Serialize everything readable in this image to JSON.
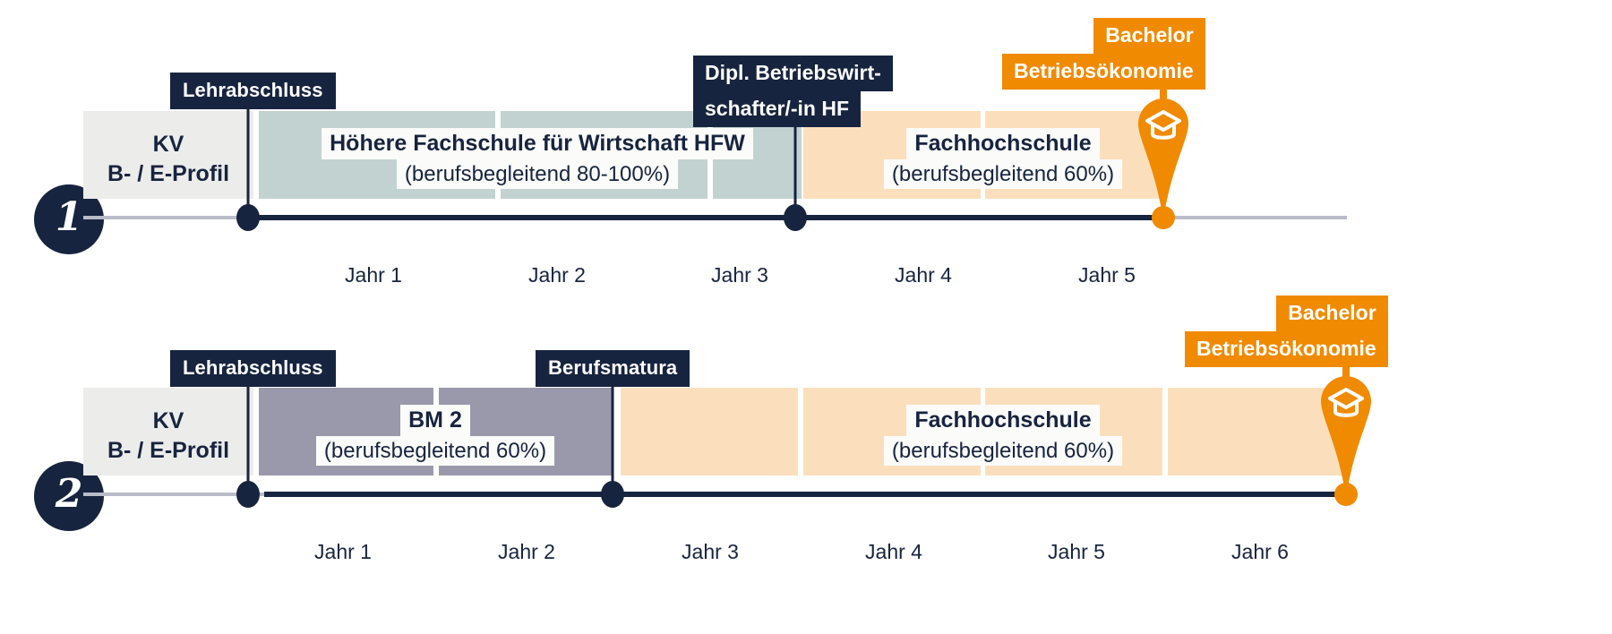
{
  "meta": {
    "colors": {
      "navy": "#17243f",
      "orange": "#f08a00",
      "grey_block": "#ececeb",
      "teal_block": "#c2d2d1",
      "purple_block": "#9a99ab",
      "peach_block": "#fbdfbd",
      "axis_grey": "#b9bcc9"
    }
  },
  "rows": [
    {
      "number": "1",
      "blocks": [
        {
          "id": "kv",
          "title": "KV",
          "subtitle": "B- / E-Profil"
        },
        {
          "id": "hfw",
          "title": "Höhere Fachschule für Wirtschaft HFW",
          "subtitle": "(berufsbegleitend 80-100%)"
        },
        {
          "id": "fh",
          "title": "Fachhochschule",
          "subtitle": "(berufsbegleitend 60%)"
        }
      ],
      "milestones": [
        {
          "id": "lehrabschluss",
          "label": "Lehrabschluss",
          "kind": "navy"
        },
        {
          "id": "dipl-bw",
          "label_line1": "Dipl. Betriebswirt-",
          "label_line2": "schafter/-in HF",
          "kind": "navy"
        },
        {
          "id": "bachelor",
          "label_line1": "Bachelor",
          "label_line2": "Betriebsökonomie",
          "kind": "orange"
        }
      ],
      "years": [
        "Jahr 1",
        "Jahr 2",
        "Jahr 3",
        "Jahr 4",
        "Jahr 5"
      ]
    },
    {
      "number": "2",
      "blocks": [
        {
          "id": "kv",
          "title": "KV",
          "subtitle": "B- / E-Profil"
        },
        {
          "id": "bm2",
          "title": "BM 2",
          "subtitle": "(berufsbegleitend 60%)"
        },
        {
          "id": "fh",
          "title": "Fachhochschule",
          "subtitle": "(berufsbegleitend 60%)"
        }
      ],
      "milestones": [
        {
          "id": "lehrabschluss",
          "label": "Lehrabschluss",
          "kind": "navy"
        },
        {
          "id": "berufsmatura",
          "label": "Berufsmatura",
          "kind": "navy"
        },
        {
          "id": "bachelor",
          "label_line1": "Bachelor",
          "label_line2": "Betriebsökonomie",
          "kind": "orange"
        }
      ],
      "years": [
        "Jahr 1",
        "Jahr 2",
        "Jahr 3",
        "Jahr 4",
        "Jahr 5",
        "Jahr 6"
      ]
    }
  ]
}
